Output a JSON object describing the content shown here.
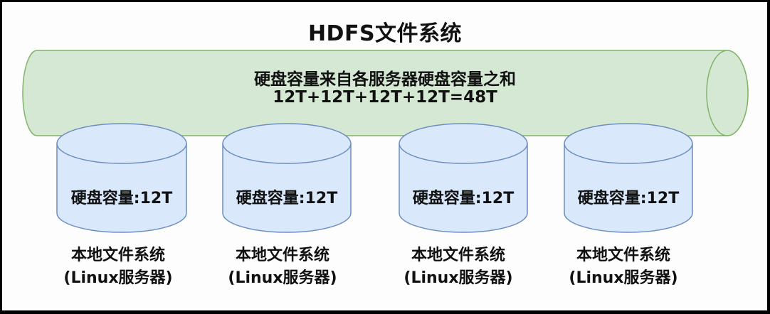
{
  "diagram": {
    "title": "HDFS文件系统",
    "hdfs_pipe": {
      "line1": "硬盘容量来自各服务器硬盘容量之和",
      "line2": "12T+12T+12T+12T=48T",
      "fill_color": "#d5e8d4",
      "stroke_color": "#82b366"
    },
    "servers": [
      {
        "disk_label": "硬盘容量:12T",
        "fs_label": "本地文件系统",
        "server_label": "(Linux服务器)"
      },
      {
        "disk_label": "硬盘容量:12T",
        "fs_label": "本地文件系统",
        "server_label": "(Linux服务器)"
      },
      {
        "disk_label": "硬盘容量:12T",
        "fs_label": "本地文件系统",
        "server_label": "(Linux服务器)"
      },
      {
        "disk_label": "硬盘容量:12T",
        "fs_label": "本地文件系统",
        "server_label": "(Linux服务器)"
      }
    ],
    "disk_fill_color": "#dae8fc",
    "disk_stroke_color": "#6c8ebf"
  }
}
